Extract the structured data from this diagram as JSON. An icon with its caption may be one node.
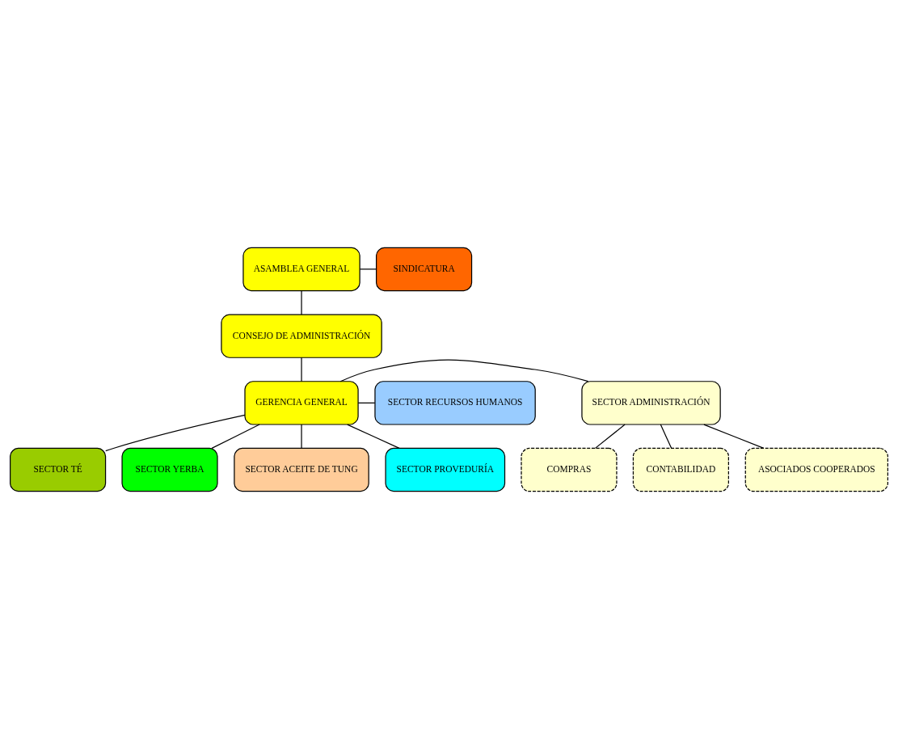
{
  "diagram": {
    "nodes": [
      {
        "text": [
          "ASAMBLEA GENERAL"
        ]
      },
      {
        "text": [
          "SINDICATURA"
        ]
      },
      {
        "text": [
          "CONSEJO DE ADMINISTRACIÓN"
        ]
      },
      {
        "text": [
          "SECTOR ADMINISTRACIÓN"
        ]
      },
      {
        "text": [
          "GERENCIA GENERAL"
        ]
      },
      {
        "text": [
          "SECTOR RECURSOS HUMANOS"
        ]
      },
      {
        "text": [
          "SECTOR TÉ"
        ]
      },
      {
        "text": [
          "SECTOR YERBA"
        ]
      },
      {
        "text": [
          "SECTOR ACEITE DE TUNG"
        ]
      },
      {
        "text": [
          "SECTOR PROVEDURÍA"
        ]
      },
      {
        "text": [
          "COMPRAS"
        ]
      },
      {
        "text": [
          "CONTABILIDAD"
        ]
      },
      {
        "text": [
          "ASOCIADOS COOPERADOS"
        ]
      }
    ],
    "edges": [
      {
        "from": 0,
        "to": 1,
        "arrow": "none"
      },
      {
        "from": 0,
        "to": 2,
        "arrow": "none"
      },
      {
        "from": 2,
        "to": 4,
        "arrow": "none"
      },
      {
        "from": 4,
        "to": 3,
        "arrow": "none"
      },
      {
        "from": 4,
        "to": 5,
        "arrow": "none"
      },
      {
        "from": 4,
        "to": 6,
        "arrow": "none"
      },
      {
        "from": 4,
        "to": 7,
        "arrow": "none"
      },
      {
        "from": 4,
        "to": 8,
        "arrow": "none"
      },
      {
        "from": 4,
        "to": 9,
        "arrow": "none"
      },
      {
        "from": 3,
        "to": 10,
        "arrow": "none"
      },
      {
        "from": 3,
        "to": 11,
        "arrow": "none"
      },
      {
        "from": 3,
        "to": 12,
        "arrow": "none"
      }
    ]
  }
}
